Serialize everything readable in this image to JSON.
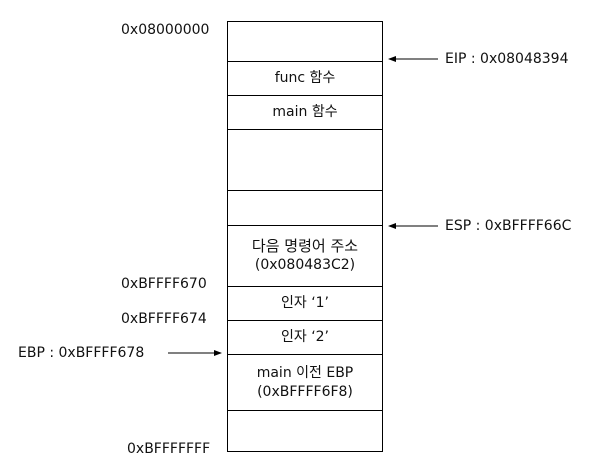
{
  "top_address": "0x08000000",
  "bottom_address": "0xBFFFFFFF",
  "eip_label": "EIP : 0x08048394",
  "esp_label": "ESP : 0xBFFFF66C",
  "ebp_label": "EBP : 0xBFFFF678",
  "addr_670": "0xBFFFF670",
  "addr_674": "0xBFFFF674",
  "cells": {
    "func": "func 함수",
    "main": "main 함수",
    "ret_line1": "다음 명령어 주소",
    "ret_line2": "(0x080483C2)",
    "arg1": "인자 ‘1’",
    "arg2": "인자 ‘2’",
    "prev_ebp_line1": "main 이전 EBP",
    "prev_ebp_line2": "(0xBFFFF6F8)"
  }
}
